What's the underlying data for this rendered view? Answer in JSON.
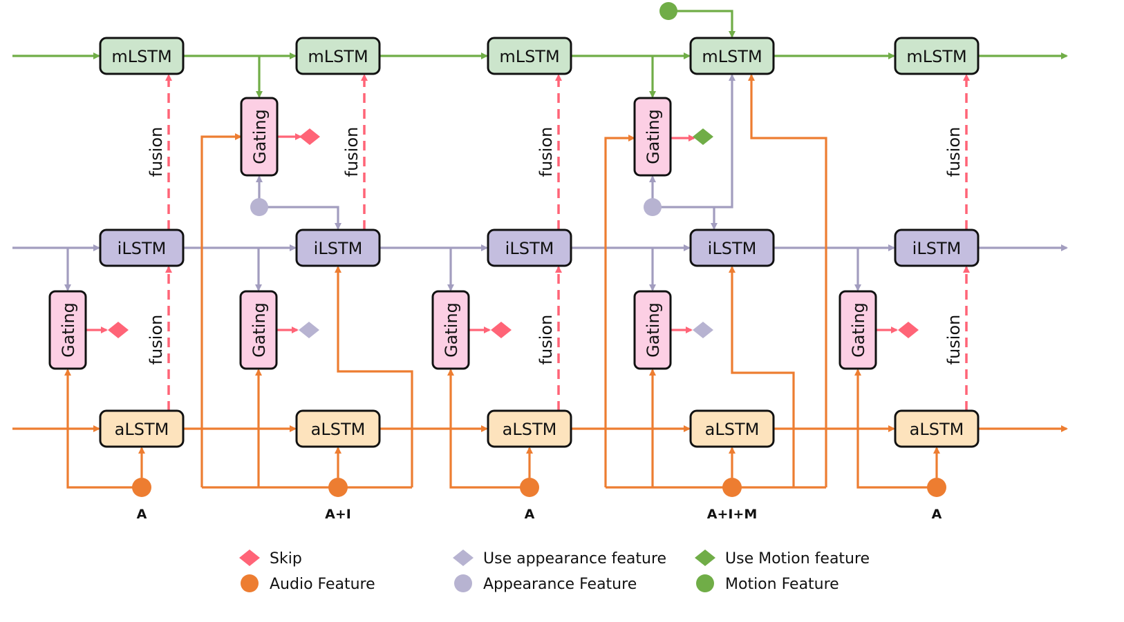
{
  "colors": {
    "motion": "#70ad47",
    "motion_fill": "#cce5cc",
    "appearance": "#a29dbf",
    "appearance_node": "#b7b3d1",
    "appearance_fill": "#c4bedf",
    "audio": "#ed7d31",
    "audio_fill": "#fde3bd",
    "gating_fill": "#fccfe4",
    "fusion": "#ff6477",
    "skip": "#ff6477",
    "border": "#111111"
  },
  "rows": {
    "motion": {
      "label": "mLSTM"
    },
    "appearance": {
      "label": "iLSTM"
    },
    "audio": {
      "label": "aLSTM"
    }
  },
  "gating_label": "Gating",
  "fusion_label": "fusion",
  "steps": [
    {
      "feature_label": "A",
      "upper_gating": null,
      "lower_gating_output": "skip",
      "fusion_audio_to_appearance": true,
      "fusion_appearance_to_motion": true
    },
    {
      "feature_label": "A+I",
      "upper_gating": "skip",
      "lower_gating_output": "use-appearance",
      "fusion_audio_to_appearance": false,
      "fusion_appearance_to_motion": true
    },
    {
      "feature_label": "A",
      "upper_gating": null,
      "lower_gating_output": "skip",
      "fusion_audio_to_appearance": true,
      "fusion_appearance_to_motion": true
    },
    {
      "feature_label": "A+I+M",
      "upper_gating": "use-motion",
      "lower_gating_output": "use-appearance",
      "fusion_audio_to_appearance": false,
      "fusion_appearance_to_motion": false
    },
    {
      "feature_label": "A",
      "upper_gating": null,
      "lower_gating_output": "skip",
      "fusion_audio_to_appearance": true,
      "fusion_appearance_to_motion": true
    }
  ],
  "legend": [
    {
      "shape": "diamond",
      "color": "#ff6477",
      "label": "Skip"
    },
    {
      "shape": "circle",
      "color": "#ed7d31",
      "label": "Audio Feature"
    },
    {
      "shape": "diamond",
      "color": "#b7b3d1",
      "label": "Use appearance feature"
    },
    {
      "shape": "circle",
      "color": "#b7b3d1",
      "label": "Appearance Feature"
    },
    {
      "shape": "diamond",
      "color": "#70ad47",
      "label": "Use Motion feature"
    },
    {
      "shape": "circle",
      "color": "#70ad47",
      "label": "Motion Feature"
    }
  ]
}
